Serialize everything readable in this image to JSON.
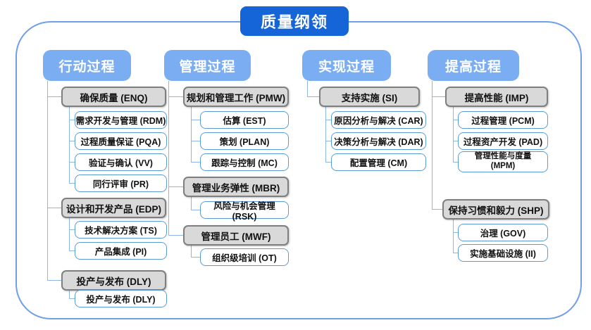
{
  "title": "质量纲领",
  "colors": {
    "title_bg": "#1565d8",
    "header_bg": "#7badf2",
    "group_bg": "#d9d9d9",
    "group_border": "#7f7f7f",
    "leaf_border": "#5b9bd5",
    "connector": "#8db7ea",
    "frame_border": "#6f9fe8"
  },
  "columns": [
    {
      "header": "行动过程",
      "groups": [
        {
          "label": "确保质量 (ENQ)",
          "children": [
            "需求开发与管理 (RDM)",
            "过程质量保证 (PQA)",
            "验证与确认 (VV)",
            "同行评审 (PR)"
          ]
        },
        {
          "label": "设计和开发产品 (EDP)",
          "children": [
            "技术解决方案 (TS)",
            "产品集成 (PI)"
          ]
        },
        {
          "label": "投产与发布 (DLY)",
          "children": [
            "投产与发布 (DLY)"
          ]
        }
      ]
    },
    {
      "header": "管理过程",
      "groups": [
        {
          "label": "规划和管理工作 (PMW)",
          "children": [
            "估算 (EST)",
            "策划 (PLAN)",
            "跟踪与控制 (MC)"
          ]
        },
        {
          "label": "管理业务弹性 (MBR)",
          "children": [
            "风险与机会管理 (RSK)"
          ]
        },
        {
          "label": "管理员工 (MWF)",
          "children": [
            "组织级培训 (OT)"
          ]
        }
      ]
    },
    {
      "header": "实现过程",
      "groups": [
        {
          "label": "支持实施 (SI)",
          "children": [
            "原因分析与解决 (CAR)",
            "决策分析与解决 (DAR)",
            "配置管理 (CM)"
          ]
        }
      ]
    },
    {
      "header": "提高过程",
      "groups": [
        {
          "label": "提高性能 (IMP)",
          "children": [
            "过程管理 (PCM)",
            "过程资产开发 (PAD)",
            "管理性能与度量\n(MPM)"
          ]
        },
        {
          "label": "保持习惯和毅力 (SHP)",
          "children": [
            "治理 (GOV)",
            "实施基础设施 (II)"
          ]
        }
      ]
    }
  ]
}
